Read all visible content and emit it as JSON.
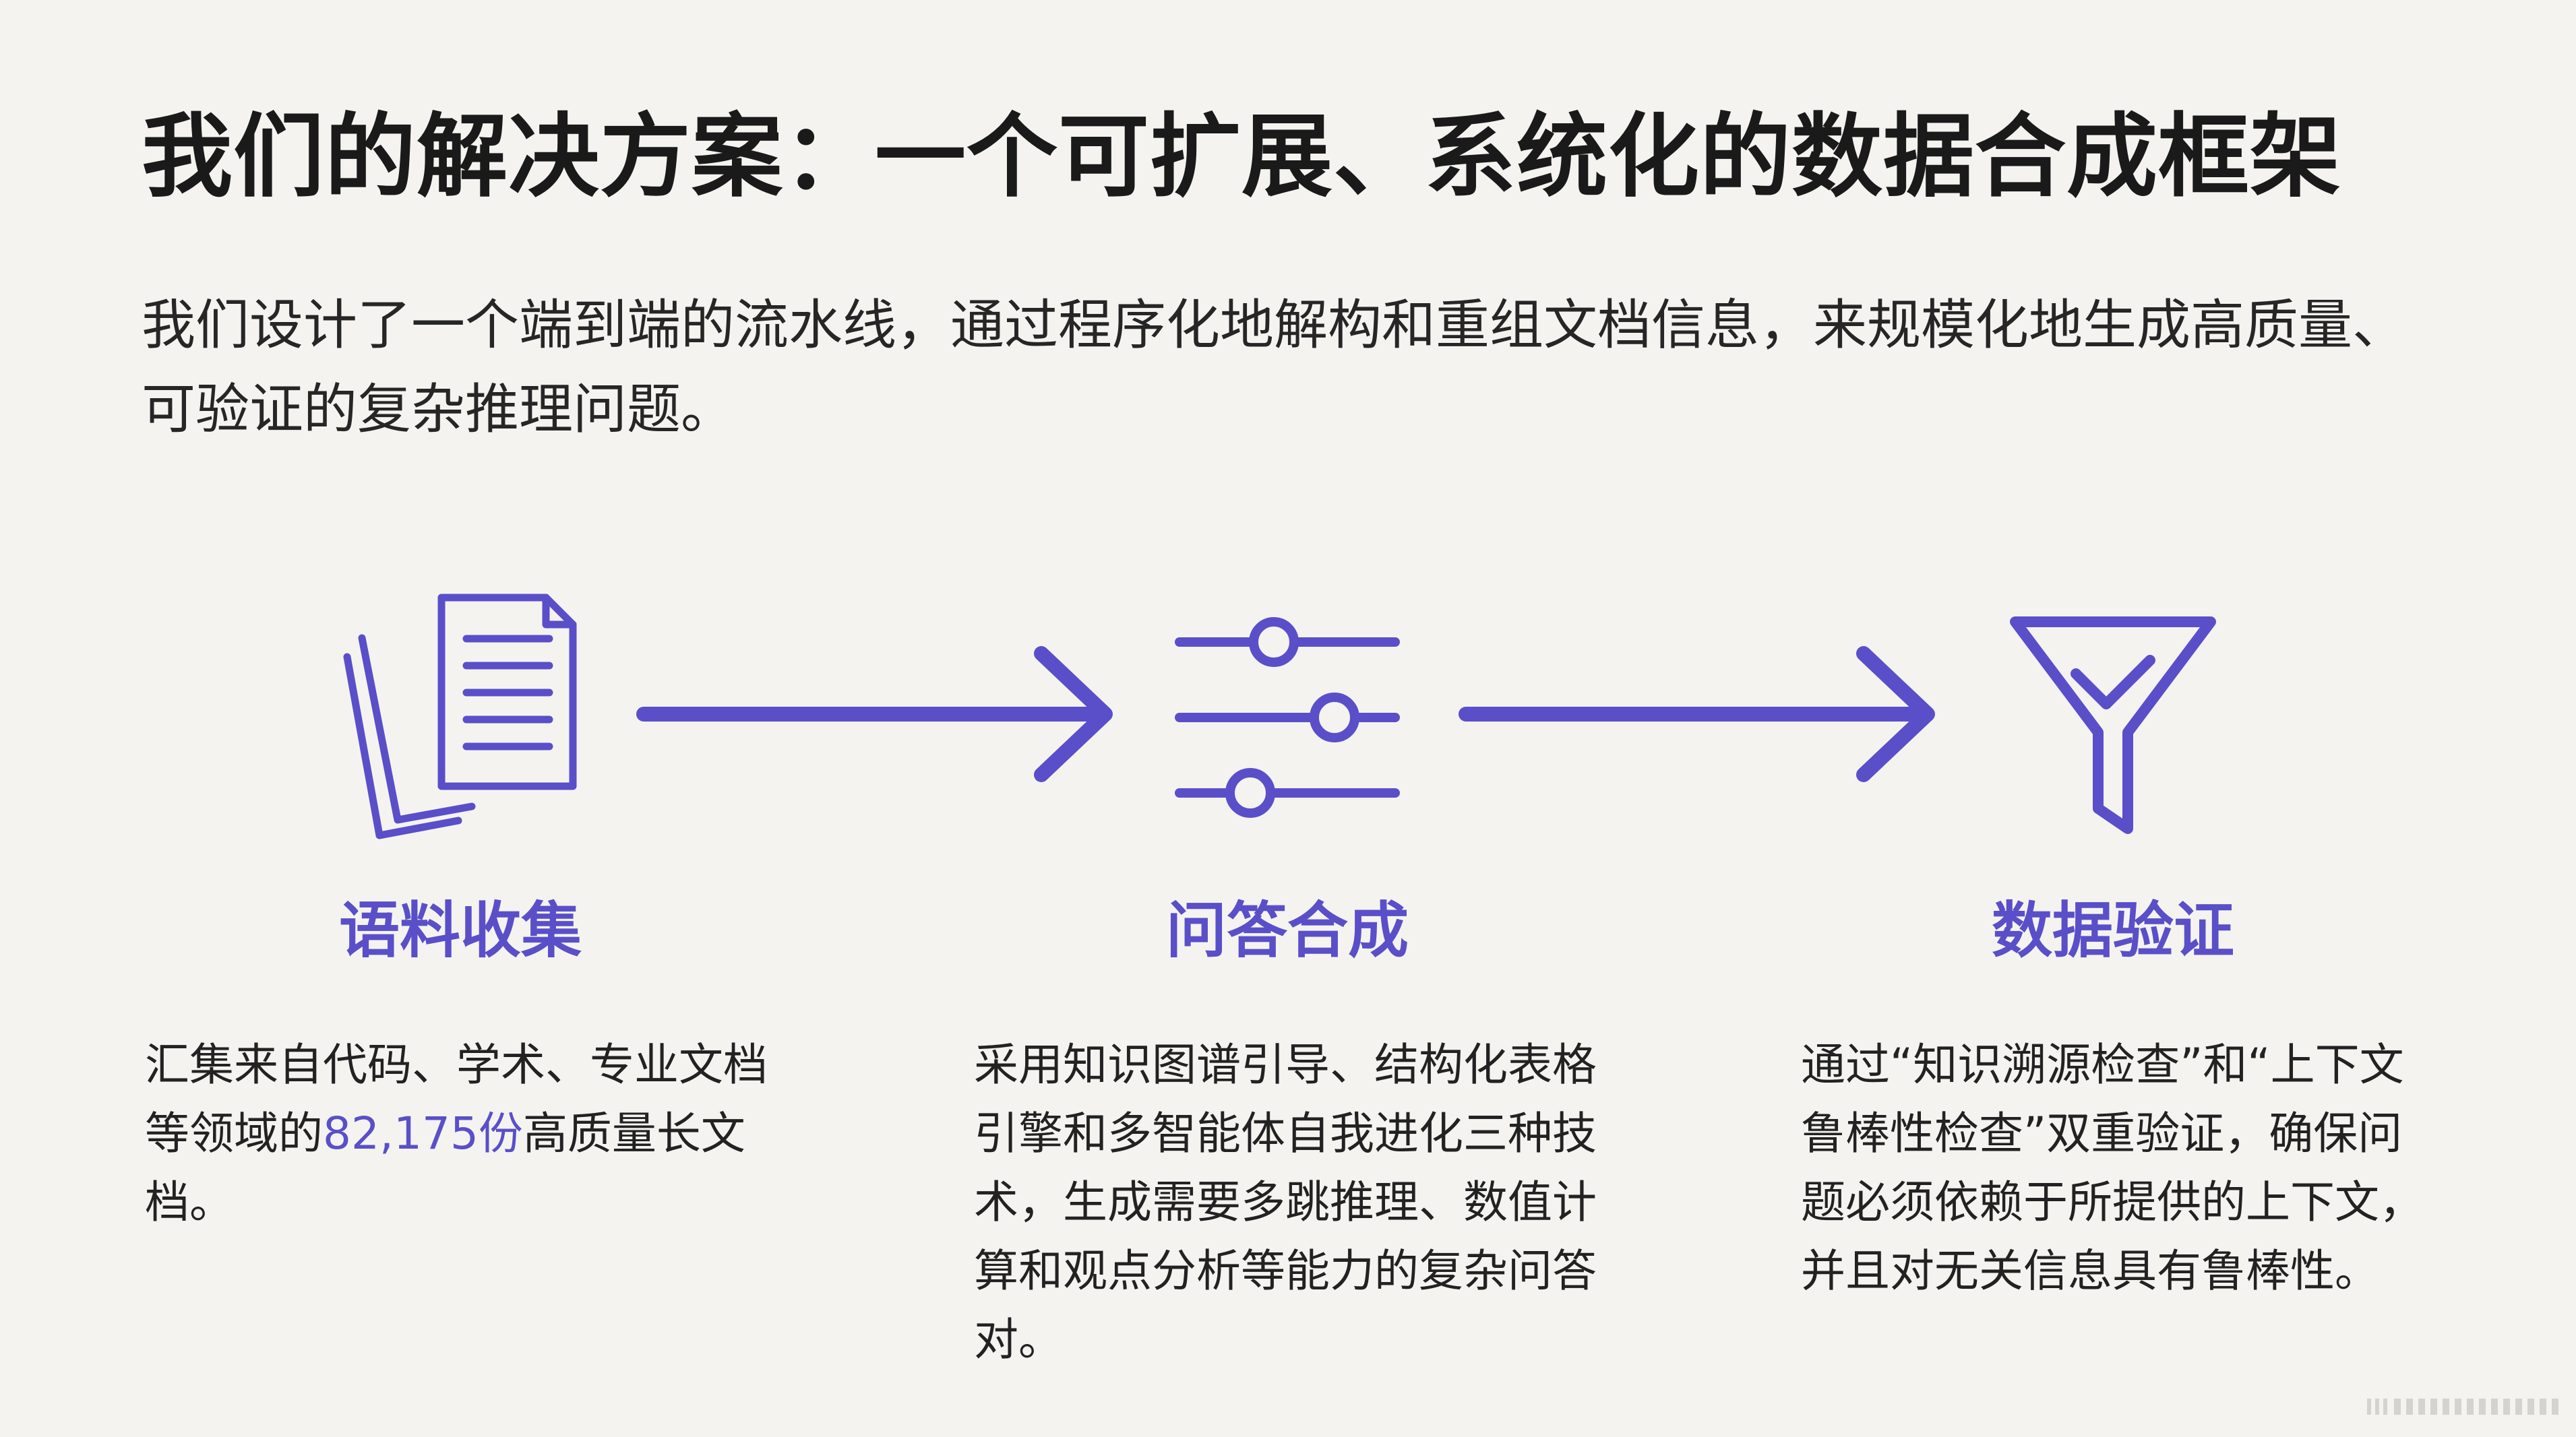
{
  "title": "我们的解决方案：一个可扩展、系统化的数据合成框架",
  "subtitle": "我们设计了一个端到端的流水线，通过程序化地解构和重组文档信息，来规模化地生成高质量、可验证的复杂推理问题。",
  "steps": [
    {
      "icon": "documents-icon",
      "title": "语料收集",
      "desc_before": "汇集来自代码、学术、专业文档等领域的",
      "desc_highlight": "82,175份",
      "desc_after": "高质量长文档。"
    },
    {
      "icon": "sliders-icon",
      "title": "问答合成",
      "desc": "采用知识图谱引导、结构化表格引擎和多智能体自我进化三种技术，生成需要多跳推理、数值计算和观点分析等能力的复杂问答对。"
    },
    {
      "icon": "funnel-check-icon",
      "title": "数据验证",
      "desc": "通过“知识溯源检查”和“上下文鲁棒性检查”双重验证，确保问题必须依赖于所提供的上下文，并且对无关信息具有鲁棒性。"
    }
  ],
  "colors": {
    "accent": "#5a4fc8",
    "background": "#f4f3f0",
    "text": "#1a1a1a"
  }
}
